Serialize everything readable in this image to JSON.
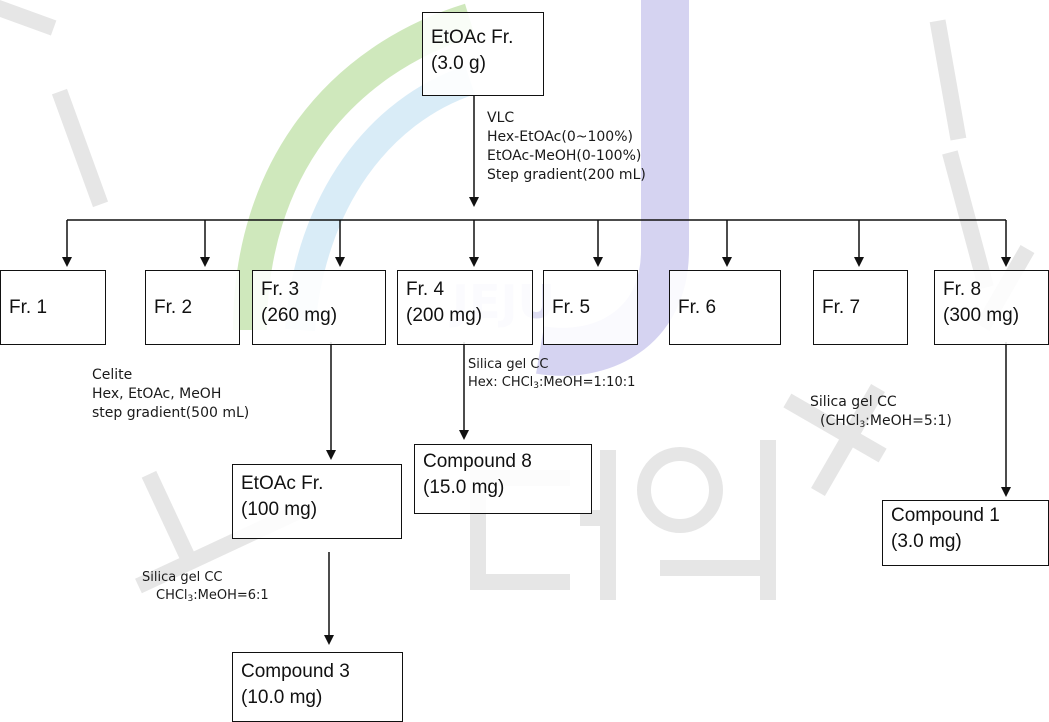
{
  "root": {
    "line1": "EtOAc Fr.",
    "line2": "(3.0 g)"
  },
  "vlc": {
    "lines": [
      "VLC",
      "Hex-EtOAc(0~100%)",
      "EtOAc-MeOH(0-100%)",
      "Step gradient(200 mL)"
    ]
  },
  "fractions": [
    {
      "label": "Fr. 1",
      "mass": ""
    },
    {
      "label": "Fr. 2",
      "mass": ""
    },
    {
      "label": "Fr. 3",
      "mass": "(260 mg)"
    },
    {
      "label": "Fr. 4",
      "mass": "(200 mg)"
    },
    {
      "label": "Fr. 5",
      "mass": ""
    },
    {
      "label": "Fr. 6",
      "mass": ""
    },
    {
      "label": "Fr. 7",
      "mass": ""
    },
    {
      "label": "Fr. 8",
      "mass": "(300 mg)"
    }
  ],
  "celite": {
    "lines": [
      "Celite",
      "Hex, EtOAc, MeOH",
      "step gradient(500 mL)"
    ]
  },
  "fr4_cc": {
    "line1": "Silica gel CC",
    "line2_prefix": "Hex: CHCl",
    "line2_sub": "3",
    "line2_suffix": ":MeOH=1:10:1"
  },
  "fr8_cc": {
    "line1": "Silica  gel CC",
    "line2_prefix": "(CHCl",
    "line2_sub": "3",
    "line2_suffix": ":MeOH=5:1)"
  },
  "etoac_sub": {
    "line1": "EtOAc Fr.",
    "line2": "(100 mg)"
  },
  "sub_cc": {
    "line1": "Silica gel CC",
    "line2_prefix": "CHCl",
    "line2_sub": "3",
    "line2_suffix": ":MeOH=6:1"
  },
  "compound8": {
    "line1": "Compound  8",
    "line2": "(15.0 mg)"
  },
  "compound1": {
    "line1": "Compound  1",
    "line2": "(3.0 mg)"
  },
  "compound3": {
    "line1": "Compound 3",
    "line2": "(10.0 mg)"
  },
  "watermark": {
    "text": "JEJU",
    "colors": [
      "#b9dfa0",
      "#cfe6f4",
      "#c9c7ea"
    ]
  }
}
